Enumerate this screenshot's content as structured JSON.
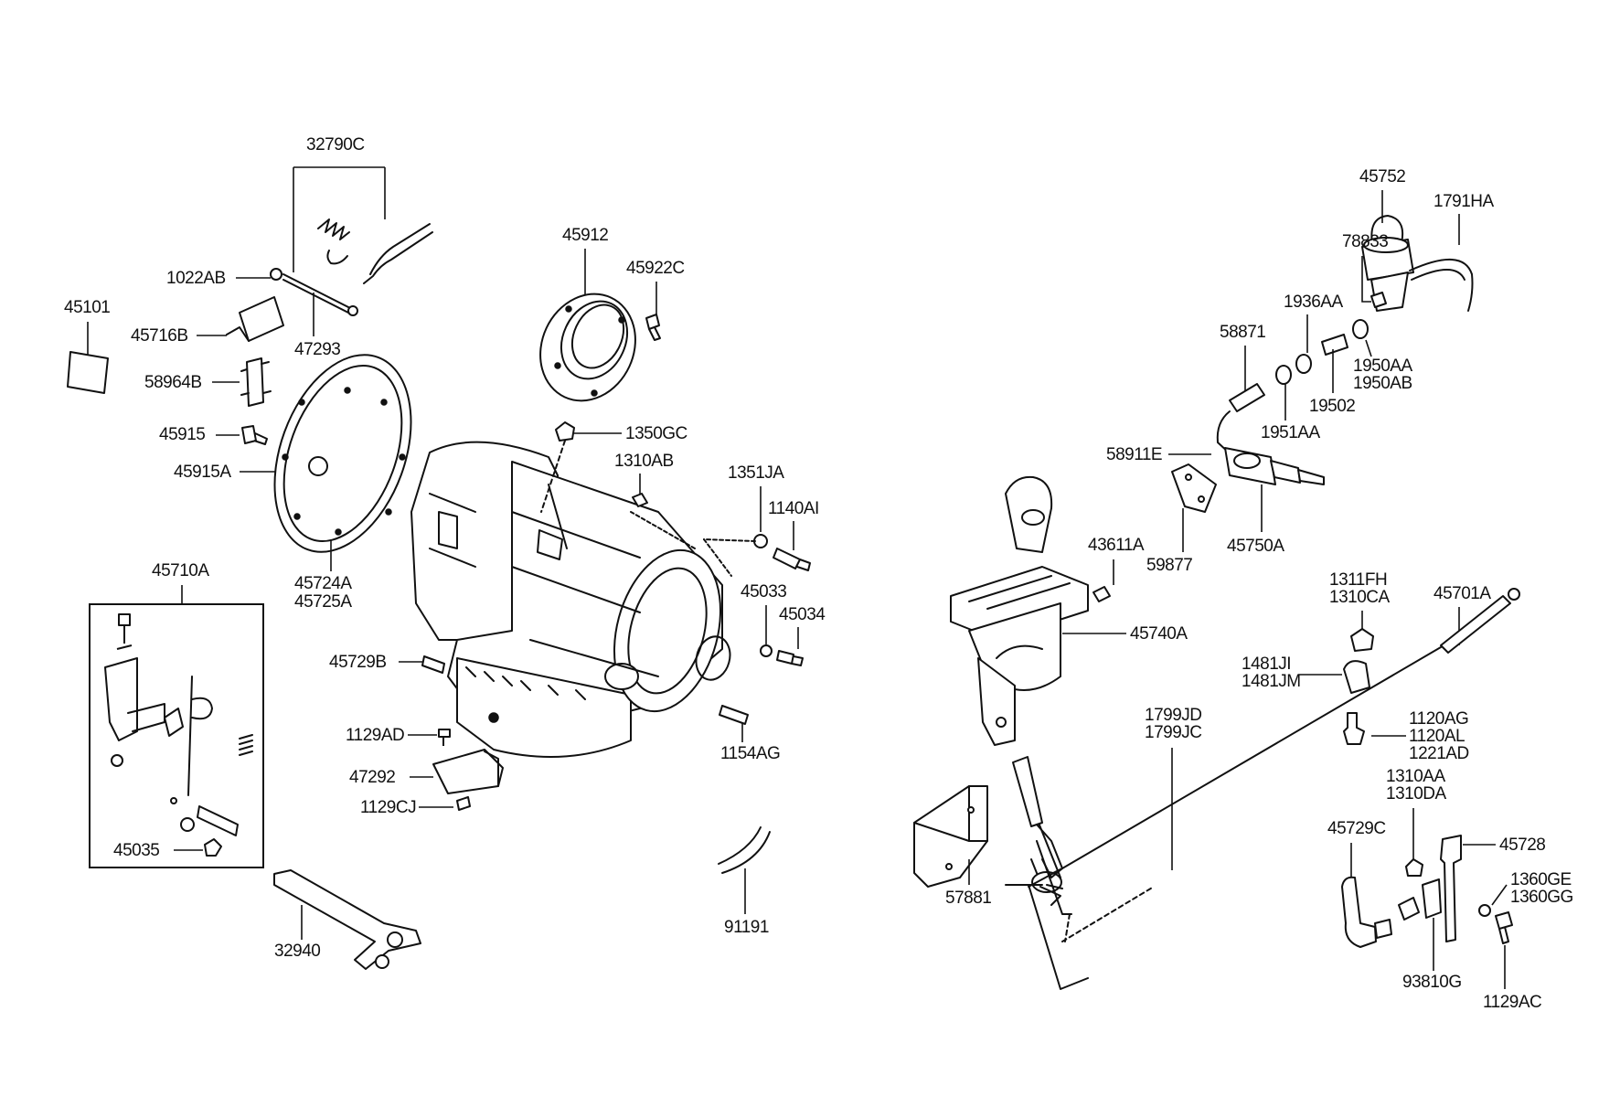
{
  "labels": {
    "l32790C": "32790C",
    "l1022AB": "1022AB",
    "l45716B": "45716B",
    "l47293": "47293",
    "l45101": "45101",
    "l58964B": "58964B",
    "l45915": "45915",
    "l45915A": "45915A",
    "l45724A": "45724A",
    "l45725A": "45725A",
    "l45912": "45912",
    "l45922C": "45922C",
    "l1350GC": "1350GC",
    "l1310AB": "1310AB",
    "l1351JA": "1351JA",
    "l1140AI": "1140AI",
    "l45033": "45033",
    "l45034": "45034",
    "l45729B": "45729B",
    "l1154AG": "1154AG",
    "l1129AD": "1129AD",
    "l47292": "47292",
    "l1129CJ": "1129CJ",
    "l91191": "91191",
    "l45710A": "45710A",
    "l45035": "45035",
    "l32940": "32940",
    "l45752": "45752",
    "l1791HA": "1791HA",
    "l78833": "78833",
    "l1936AA": "1936AA",
    "l58871": "58871",
    "l1950AA": "1950AA",
    "l1950AB": "1950AB",
    "l19502": "19502",
    "l1951AA": "1951AA",
    "l58911E": "58911E",
    "l59877": "59877",
    "l45750A": "45750A",
    "l43611A": "43611A",
    "l45740A": "45740A",
    "l1311FH": "1311FH",
    "l1310CA": "1310CA",
    "l45701A": "45701A",
    "l1481JI": "1481JI",
    "l1481JM": "1481JM",
    "l1120AG": "1120AG",
    "l1120AL": "1120AL",
    "l1221AD": "1221AD",
    "l1799JD": "1799JD",
    "l1799JC": "1799JC",
    "l1310AA": "1310AA",
    "l1310DA": "1310DA",
    "l45729C": "45729C",
    "l45728": "45728",
    "l1360GE": "1360GE",
    "l1360GG": "1360GG",
    "l57881": "57881",
    "l93810G": "93810G",
    "l1129AC": "1129AC"
  }
}
